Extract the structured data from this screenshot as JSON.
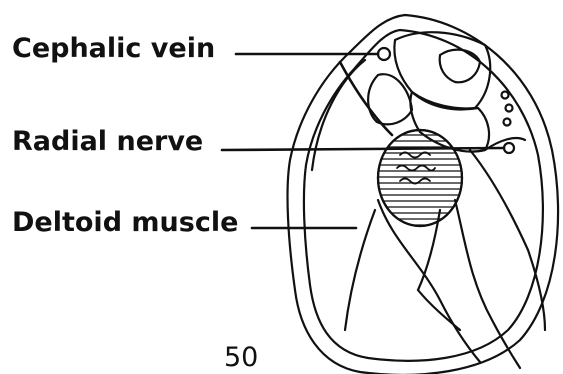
{
  "figure": {
    "labels": {
      "cephalic_vein": "Cephalic vein",
      "radial_nerve": "Radial nerve",
      "deltoid_muscle": "Deltoid muscle"
    },
    "page_number": "50"
  },
  "colors": {
    "ink": "#111111",
    "background": "#ffffff"
  }
}
